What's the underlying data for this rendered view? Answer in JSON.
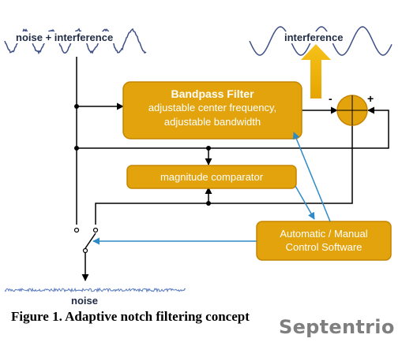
{
  "signals": {
    "input_label": "noise + interference",
    "estimate_label": "interference",
    "output_label": "noise"
  },
  "blocks": {
    "bandpass": {
      "title": "Bandpass Filter",
      "line1": "adjustable center frequency,",
      "line2": "adjustable bandwidth"
    },
    "comparator": {
      "label": "magnitude comparator"
    },
    "control": {
      "line1": "Automatic / Manual",
      "line2": "Control Software"
    }
  },
  "summing": {
    "minus_sign": "-",
    "plus_sign": "+"
  },
  "caption": "Figure 1. Adaptive notch filtering concept",
  "brand": "Septentrio",
  "colors": {
    "block_fill": "#e3a30c",
    "block_border": "#c58500",
    "block_text": "#ffffff",
    "wire": "#000000",
    "control_arrow": "#2e8bc8",
    "wave": "#3f4f86",
    "noise": "#5a7bbf",
    "brand": "#7f7f7f"
  }
}
